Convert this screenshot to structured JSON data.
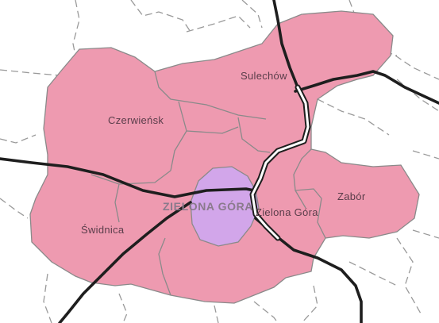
{
  "map": {
    "labels": {
      "sulechow": "Sulechów",
      "czerwiensk": "Czerwieńsk",
      "zabor": "Zabór",
      "swidnica": "Świdnica",
      "zielona_gora_city": "ZIELONA GÓRA",
      "zielona_gora_gmina": "Zielona Góra"
    },
    "colors": {
      "background": "#ffffff",
      "district_fill": "#ee9ab0",
      "city_fill": "#d2a6ea",
      "border": "#8a8a8a",
      "road": "#1a1a1a",
      "expressway_fill": "#ffffff"
    }
  }
}
